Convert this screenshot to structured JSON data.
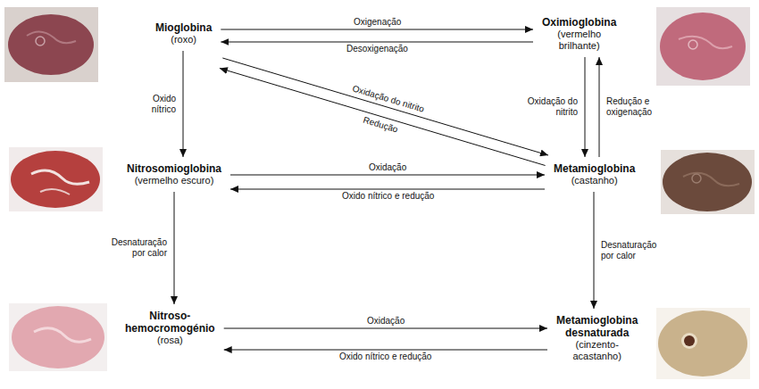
{
  "diagram": {
    "nodes": [
      {
        "text": [
          "Mioglobina",
          "(roxo)"
        ]
      },
      {
        "text": [
          "Oximioglobina",
          "(vermelho brilhante)"
        ]
      },
      {
        "text": [
          "Nitrosomioglobina",
          "(vermelho escuro)"
        ]
      },
      {
        "text": [
          "Metamioglobina",
          "(castanho)"
        ]
      },
      {
        "text": [
          "Nitroso- hemocromogénio",
          "(rosa)"
        ]
      },
      {
        "text": [
          "Metamioglobina desnaturada",
          "(cinzento- acastanho)"
        ]
      }
    ],
    "edges": [
      {
        "from": 0,
        "to": 1,
        "label": "Oxigenação",
        "arrow": "to"
      },
      {
        "from": 1,
        "to": 0,
        "label": "Desoxigenação",
        "arrow": "to"
      },
      {
        "from": 0,
        "to": 2,
        "label": "Oxido nítrico",
        "arrow": "to"
      },
      {
        "from": 0,
        "to": 3,
        "label": "Oxidação do nitrito",
        "arrow": "to"
      },
      {
        "from": 3,
        "to": 0,
        "label": "Redução",
        "arrow": "to"
      },
      {
        "from": 1,
        "to": 3,
        "label": "Oxidação do nitrito",
        "arrow": "to"
      },
      {
        "from": 3,
        "to": 1,
        "label": "Redução e oxigenação",
        "arrow": "to"
      },
      {
        "from": 2,
        "to": 3,
        "label": "Oxidação",
        "arrow": "to"
      },
      {
        "from": 3,
        "to": 2,
        "label": "Oxido nítrico e redução",
        "arrow": "to"
      },
      {
        "from": 2,
        "to": 4,
        "label": "Desnaturação por calor",
        "arrow": "to"
      },
      {
        "from": 3,
        "to": 5,
        "label": "Desnaturação por calor",
        "arrow": "to"
      },
      {
        "from": 4,
        "to": 5,
        "label": "Oxidação",
        "arrow": "to"
      },
      {
        "from": 5,
        "to": 4,
        "label": "Oxido nítrico e redução",
        "arrow": "to"
      }
    ]
  }
}
